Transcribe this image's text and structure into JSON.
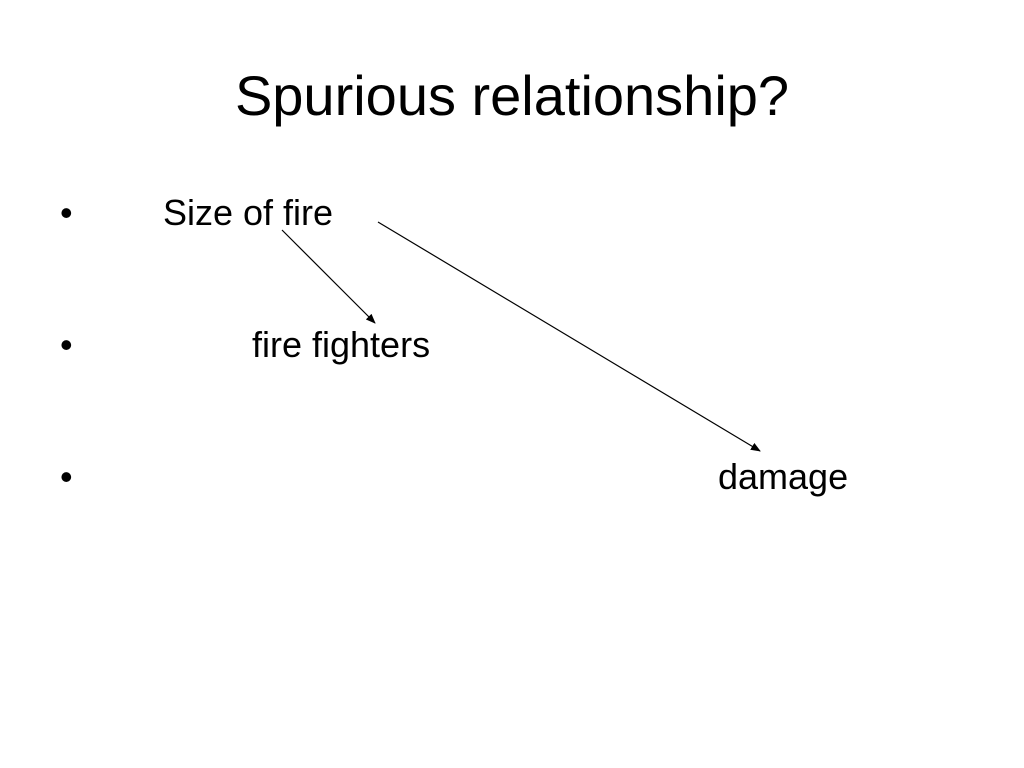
{
  "slide": {
    "title": "Spurious relationship?",
    "bullet_glyph": "•",
    "items": [
      {
        "label": "Size of fire"
      },
      {
        "label": "fire fighters"
      },
      {
        "label": "damage"
      }
    ]
  },
  "diagram": {
    "arrows": [
      {
        "from": "Size of fire",
        "to": "fire fighters"
      },
      {
        "from": "Size of fire",
        "to": "damage"
      }
    ],
    "line_color": "#000000"
  }
}
